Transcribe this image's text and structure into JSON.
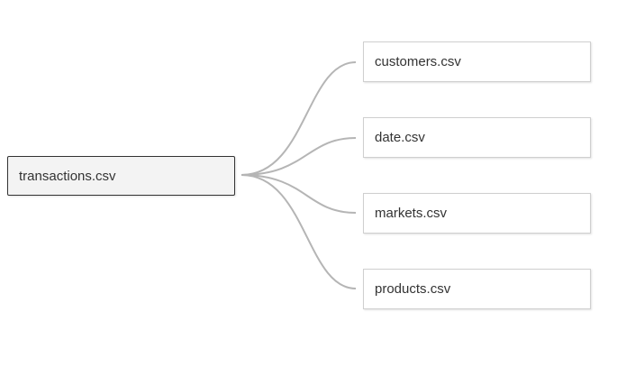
{
  "root": {
    "label": "transactions.csv"
  },
  "children": [
    {
      "label": "customers.csv"
    },
    {
      "label": "date.csv"
    },
    {
      "label": "markets.csv"
    },
    {
      "label": "products.csv"
    }
  ],
  "colors": {
    "connector": "#b5b5b5",
    "root_background": "#f3f3f3",
    "root_border": "#333333",
    "child_border": "#cfcfcf",
    "text": "#333333"
  }
}
